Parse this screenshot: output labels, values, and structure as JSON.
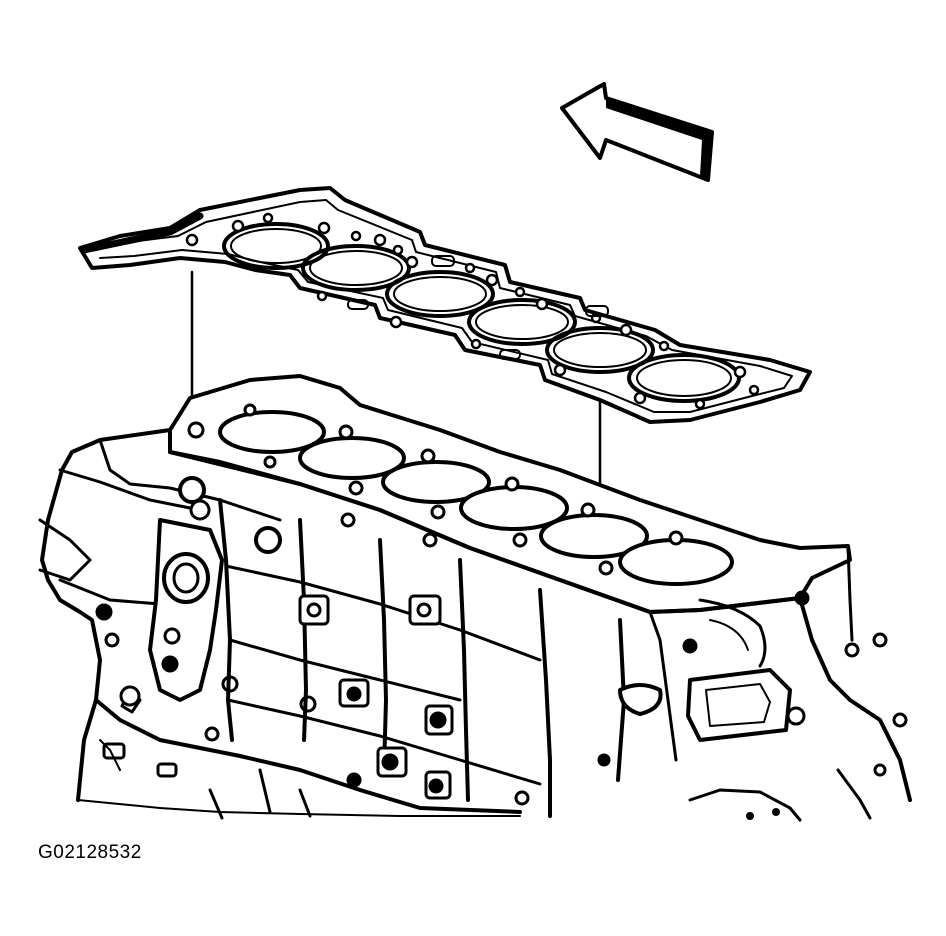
{
  "figure": {
    "id_label": "G02128532",
    "parts": [
      {
        "name": "cylinder-head-gasket",
        "cylinders": 6
      },
      {
        "name": "engine-block",
        "cylinders": 6
      }
    ],
    "icons": [
      "direction-arrow-icon"
    ],
    "colors": {
      "line": "#000000",
      "background": "#ffffff"
    }
  }
}
